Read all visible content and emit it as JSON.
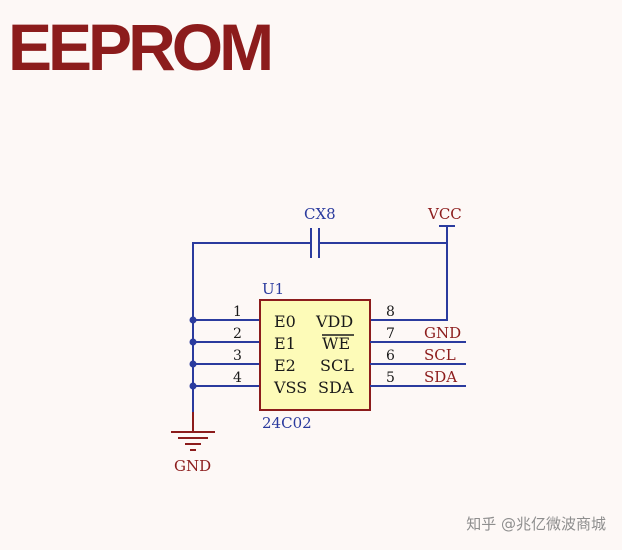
{
  "title": "EEPROM",
  "watermark": "知乎 @兆亿微波商城",
  "capacitor": {
    "label": "CX8"
  },
  "power": {
    "vcc": "VCC",
    "gnd": "GND"
  },
  "chip": {
    "ref": "U1",
    "part": "24C02",
    "color": "#fdfbb8"
  },
  "pins_left": [
    {
      "num": "1",
      "name": "E0"
    },
    {
      "num": "2",
      "name": "E1"
    },
    {
      "num": "3",
      "name": "E2"
    },
    {
      "num": "4",
      "name": "VSS"
    }
  ],
  "pins_right": [
    {
      "num": "8",
      "name": "VDD",
      "net": ""
    },
    {
      "num": "7",
      "name": "WE",
      "net": "GND"
    },
    {
      "num": "6",
      "name": "SCL",
      "net": "SCL"
    },
    {
      "num": "5",
      "name": "SDA",
      "net": "SDA"
    }
  ],
  "colors": {
    "wire": "#2b3b9e",
    "label": "#8c1c1c",
    "background": "#fdf8f6"
  }
}
